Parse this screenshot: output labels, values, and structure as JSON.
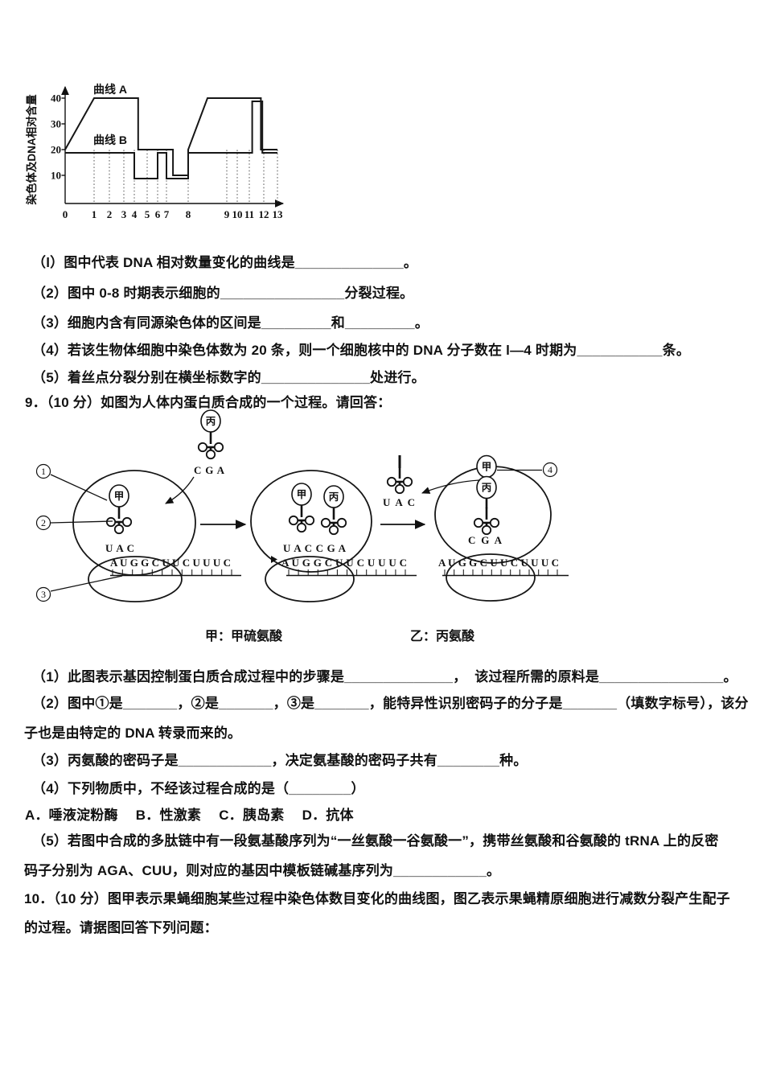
{
  "page": {
    "background": "#ffffff",
    "ink": "#111111"
  },
  "chart_data": {
    "type": "line",
    "title": "",
    "xlabel": "",
    "ylabel": "染色体及DNA相对含量",
    "x_ticks": [
      0,
      1,
      2,
      3,
      4,
      5,
      6,
      7,
      8,
      9,
      10,
      11,
      12,
      13
    ],
    "y_ticks": [
      10,
      20,
      30,
      40
    ],
    "xlim": [
      0,
      13.5
    ],
    "ylim": [
      0,
      45
    ],
    "grid": "dotted vertical lines at each x tick",
    "legend_position": "inline labels above curves",
    "series": [
      {
        "name": "曲线 A",
        "points": [
          [
            0,
            20
          ],
          [
            1,
            40
          ],
          [
            4.3,
            40
          ],
          [
            4.3,
            20
          ],
          [
            7.3,
            20
          ],
          [
            7.3,
            10
          ],
          [
            8,
            10
          ],
          [
            8,
            20
          ],
          [
            8.5,
            40
          ],
          [
            11.8,
            40
          ],
          [
            11.8,
            20
          ],
          [
            13,
            20
          ]
        ]
      },
      {
        "name": "曲线 B",
        "points": [
          [
            0,
            20
          ],
          [
            4,
            20
          ],
          [
            4,
            10
          ],
          [
            6,
            10
          ],
          [
            6,
            20
          ],
          [
            7,
            20
          ],
          [
            7,
            10
          ],
          [
            8,
            10
          ],
          [
            8,
            20
          ],
          [
            11.2,
            20
          ],
          [
            11.2,
            40
          ],
          [
            11.9,
            40
          ],
          [
            11.9,
            20
          ],
          [
            13,
            20
          ]
        ]
      }
    ]
  },
  "q8": {
    "items": [
      "（l）图中代表 DNA 相对数量变化的曲线是______________。",
      "（2）图中 0-8 时期表示细胞的________________分裂过程。",
      "（3）细胞内含有同源染色体的区间是_________和_________。",
      "（4）若该生物体细胞中染色体数为 20 条，则一个细胞核中的 DNA 分子数在 l—4 时期为___________条。",
      "（5）着丝点分裂分别在横坐标数字的______________处进行。"
    ]
  },
  "q9": {
    "header": "9．（10 分）如图为人体内蛋白质合成的一个过程。请回答：",
    "items": [
      "（1）此图表示基因控制蛋白质合成过程中的步骤是______________，  该过程所需的原料是________________。",
      "（2）图中①是_______，②是_______，③是_______，能特异性识别密码子的分子是_______（填数字标号），该分",
      "子也是由特定的 DNA 转录而来的。",
      "（3）丙氨酸的密码子是____________，决定氨基酸的密码子共有________种。",
      "（4）下列物质中，不经该过程合成的是（________）",
      "A．唾液淀粉酶　 B．性激素　 C．胰岛素　 D．抗体",
      "（5）若图中合成的多肽链中有一段氨基酸序列为“一丝氨酸一谷氨酸一”，携带丝氨酸和谷氨酸的 tRNA 上的反密",
      "码子分别为 AGA、CUU，则对应的基因中模板链碱基序列为____________。"
    ]
  },
  "figure": {
    "markers": [
      "1",
      "2",
      "3",
      "4"
    ],
    "amino1": "甲",
    "amino2": "丙",
    "mrna": "A U G G C U U C U U U C",
    "p1_free_trna_codon": "C G A",
    "p1_anticodon": "U A C",
    "p2_anticodon": "U A C C G A",
    "p2_leaving_trna": "U A C",
    "p3_anticodon": "C G A",
    "caption_left": "甲：甲硫氨酸",
    "caption_right": "乙：丙氨酸"
  },
  "q10": {
    "lines": [
      "10．（10 分）图甲表示果蝇细胞某些过程中染色体数目变化的曲线图，图乙表示果蝇精原细胞进行减数分裂产生配子",
      "的过程。请据图回答下列问题："
    ]
  }
}
